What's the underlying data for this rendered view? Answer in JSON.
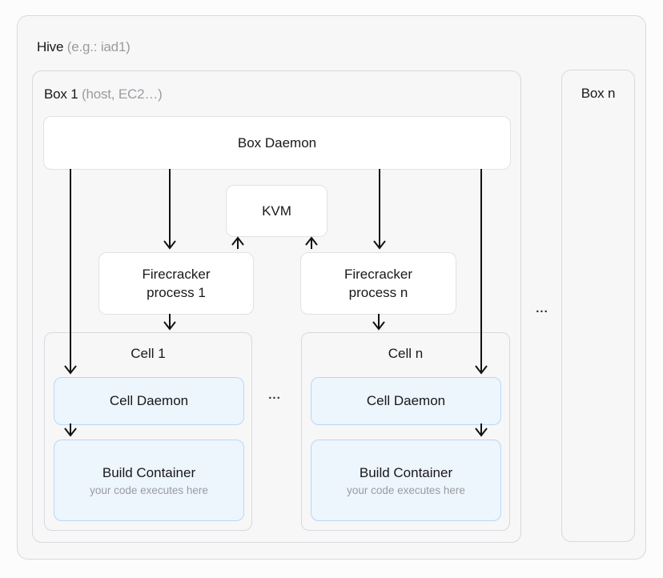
{
  "hive": {
    "title": "Hive",
    "subtitle": "(e.g.: iad1)"
  },
  "box_1": {
    "title": "Box 1",
    "subtitle": "(host, EC2…)"
  },
  "box_n": {
    "title": "Box n"
  },
  "box_daemon": {
    "label": "Box Daemon"
  },
  "kvm": {
    "label": "KVM"
  },
  "firecracker_1": {
    "line1": "Firecracker",
    "line2": "process 1"
  },
  "firecracker_n": {
    "line1": "Firecracker",
    "line2": "process n"
  },
  "cell_1": {
    "title": "Cell 1",
    "daemon_label": "Cell Daemon",
    "build_label": "Build Container",
    "build_sublabel": "your code executes here"
  },
  "cell_n": {
    "title": "Cell n",
    "daemon_label": "Cell Daemon",
    "build_label": "Build Container",
    "build_sublabel": "your code executes here"
  },
  "ellipsis_between_boxes": "...",
  "ellipsis_between_cells": "...",
  "colors": {
    "page_bg": "#fcfcfd",
    "container_bg": "#f7f7f8",
    "container_border": "#d9d9de",
    "node_bg": "#ffffff",
    "node_border": "#e2e2e6",
    "cell_node_bg": "#edf5fd",
    "cell_node_border": "#b9d8f7",
    "text_primary": "#18181b",
    "text_muted": "#9b9ba2",
    "arrow": "#121212"
  }
}
